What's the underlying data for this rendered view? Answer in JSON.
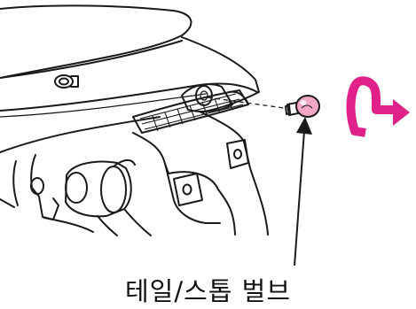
{
  "callout": {
    "label": "테일/스톱 벌브",
    "pointer_target": "bulb"
  },
  "colors": {
    "line": "#1a1a1a",
    "bulb_tint": "#f2a7c7",
    "rotation_arrow": "#e0218a"
  },
  "icons": {
    "rotation": "counter-clockwise-rotate-arrow"
  }
}
